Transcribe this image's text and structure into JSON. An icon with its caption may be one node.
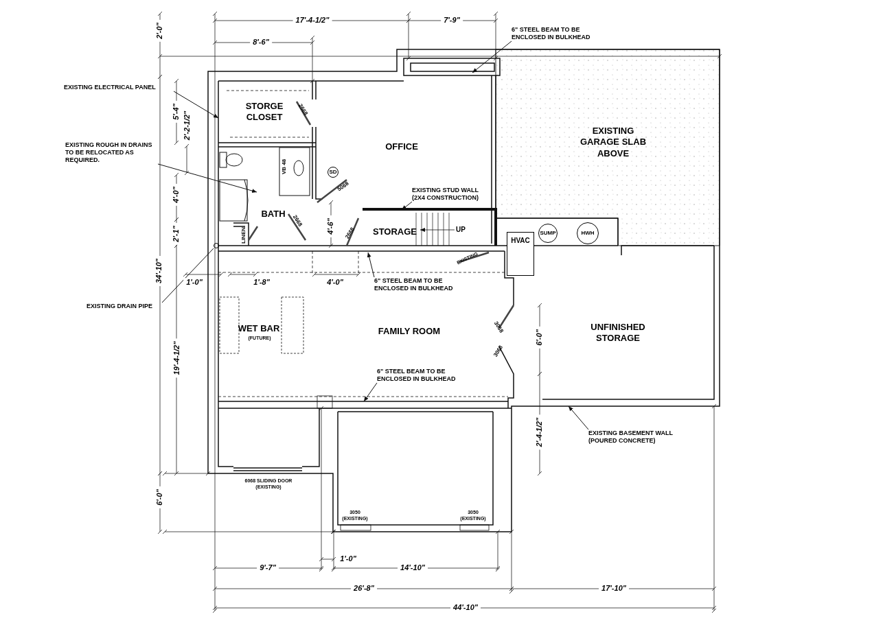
{
  "diagram": {
    "nodes": [
      {
        "text": [
          "EXISTING ELECTRICAL PANEL"
        ]
      },
      {
        "text": [
          "EXISTING ROUGH IN DRAINS TO BE RELOCATED AS REQUIRED."
        ]
      },
      {
        "text": [
          "EXISTING DRAIN PIPE"
        ]
      },
      {
        "text": [
          "6\" STEEL BEAM TO BE ENCLOSED IN BULKHEAD"
        ]
      },
      {
        "text": [
          "EXISTING STUD WALL (2X4 CONSTRUCTION)"
        ]
      },
      {
        "text": [
          "6\" STEEL BEAM TO BE ENCLOSED IN BULKHEAD"
        ]
      },
      {
        "text": [
          "6\" STEEL BEAM TO BE ENCLOSED IN BULKHEAD"
        ]
      },
      {
        "text": [
          "EXISTING BASEMENT WALL (POURED CONCRETE)"
        ]
      },
      {
        "text": [
          "SD"
        ]
      },
      {
        "text": [
          "HVAC"
        ]
      },
      {
        "text": [
          "SUMP"
        ]
      },
      {
        "text": [
          "HWH"
        ]
      },
      {
        "text": [],
        "shape": "circle"
      }
    ],
    "edges": [
      {
        "from": 0,
        "to": null,
        "arrow": "to"
      },
      {
        "from": 1,
        "to": null,
        "arrow": "to"
      },
      {
        "from": 2,
        "to": 12,
        "arrow": "none"
      },
      {
        "from": 3,
        "to": null,
        "arrow": "to"
      },
      {
        "from": 4,
        "to": null,
        "arrow": "to"
      },
      {
        "from": 5,
        "to": null,
        "arrow": "to"
      },
      {
        "from": 6,
        "to": null,
        "arrow": "to"
      },
      {
        "from": 7,
        "to": null,
        "arrow": "to"
      }
    ],
    "labels": [
      "17'-4-1/2\"",
      "7'-9\"",
      "8'-6\"",
      "2'-0\"",
      "5'-4\"",
      "2'-2-1/2\"",
      "STORGE CLOSET",
      "OFFICE",
      "EXISTING GARAGE SLAB ABOVE",
      "VB 48",
      "4'-0\"",
      "BATH",
      "5068",
      "2668",
      "2668",
      "4'-6\"",
      "2668",
      "STORAGE",
      "UP",
      "2'-1\"",
      "LINEN",
      "EXISTING",
      "34'-10\"",
      "1'-0\"",
      "1'-8\"",
      "4'-0\"",
      "WET BAR",
      "(FUTURE)",
      "FAMILY ROOM",
      "3068",
      "3068",
      "6'-0\"",
      "UNFINISHED STORAGE",
      "19'-4-1/2\"",
      "2'-4-1/2\"",
      "6068 SLIDING DOOR (EXISTING)",
      "6'-0\"",
      "3050 (EXISTING)",
      "3050 (EXISTING)",
      "1'-0\"",
      "9'-7\"",
      "14'-10\"",
      "26'-8\"",
      "17'-10\"",
      "44'-10\""
    ]
  }
}
